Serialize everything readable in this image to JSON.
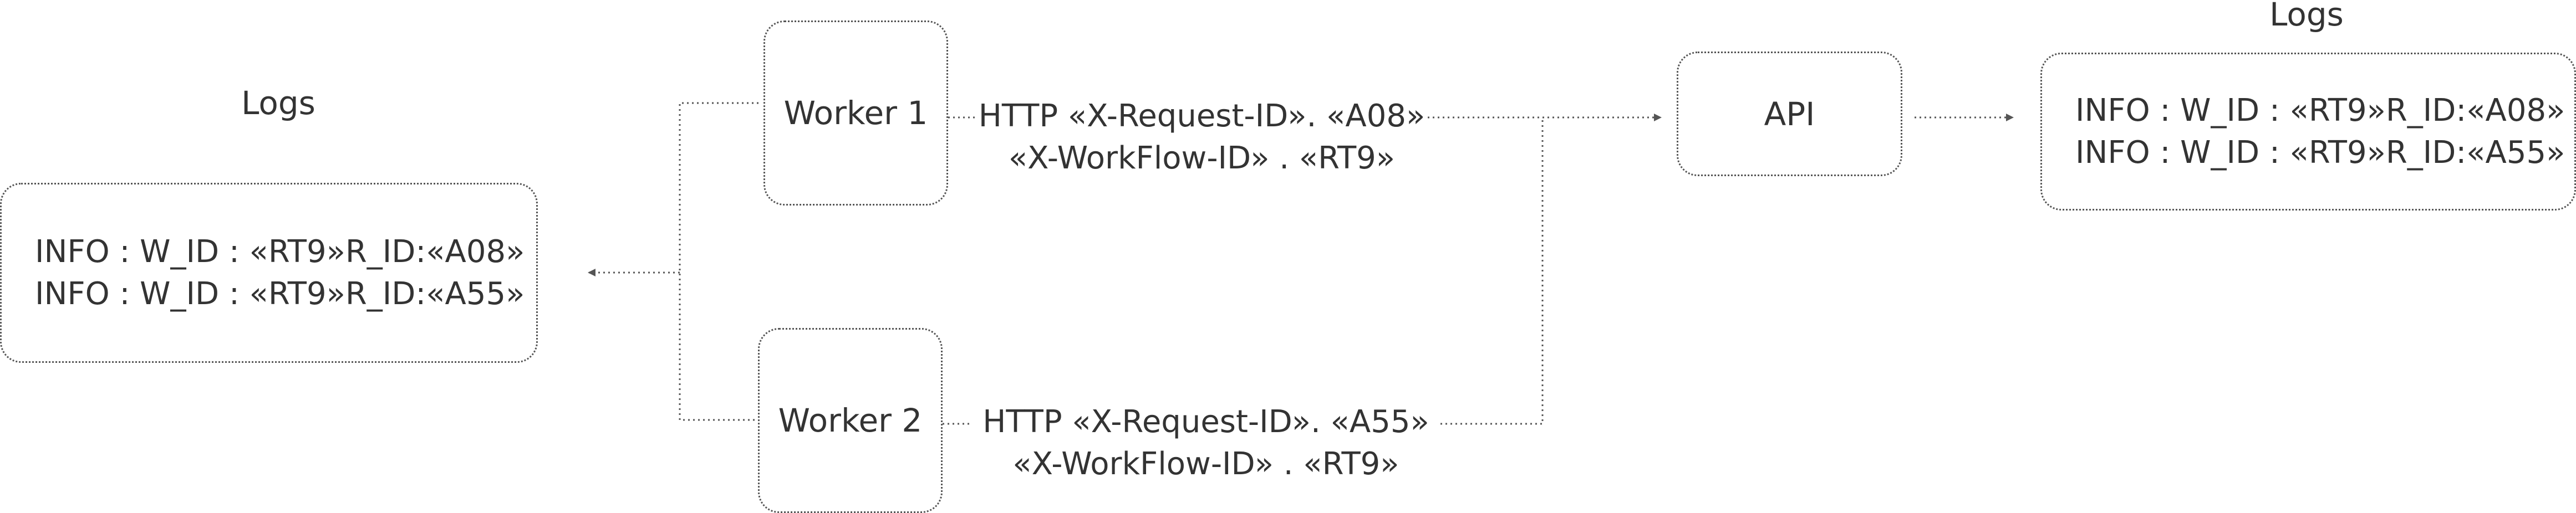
{
  "logs_left": {
    "title": "Logs",
    "lines": [
      "INFO : W_ID : «RT9»R_ID:«A08»",
      "INFO : W_ID : «RT9»R_ID:«A55»"
    ]
  },
  "logs_right": {
    "title": "Logs",
    "lines": [
      "INFO : W_ID : «RT9»R_ID:«A08»",
      "INFO : W_ID : «RT9»R_ID:«A55»"
    ]
  },
  "worker1": {
    "label": "Worker 1"
  },
  "worker2": {
    "label": "Worker 2"
  },
  "api": {
    "label": "API"
  },
  "request1": {
    "line1": "HTTP «X-Request-ID». «A08»",
    "line2": "«X-WorkFlow-ID» . «RT9»"
  },
  "request2": {
    "line1": "HTTP «X-Request-ID». «A55»",
    "line2": "«X-WorkFlow-ID» . «RT9»"
  },
  "colors": {
    "stroke": "#555555",
    "text": "#333333"
  }
}
